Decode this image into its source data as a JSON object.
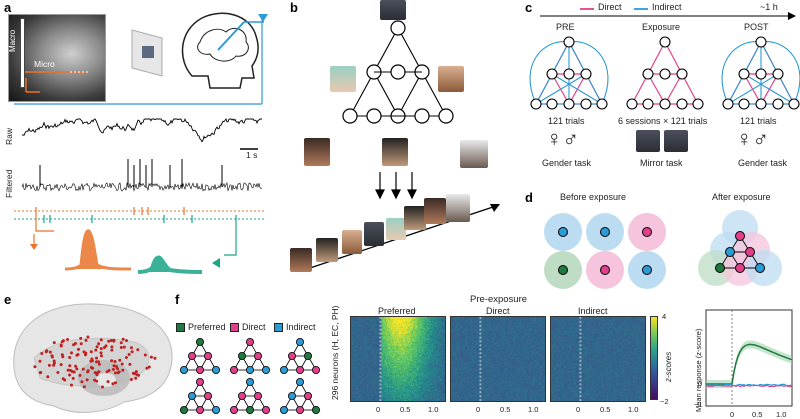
{
  "panels": {
    "a": "a",
    "b": "b",
    "c": "c",
    "d": "d",
    "e": "e",
    "f": "f"
  },
  "panel_a": {
    "macro_label": "Macro",
    "micro_label": "Micro",
    "raw_label": "Raw",
    "filtered_label": "Filtered",
    "scale_label": "1 s"
  },
  "panel_c": {
    "legend_direct": "Direct",
    "legend_indirect": "Indirect",
    "time_label": "~1 h",
    "pre": "PRE",
    "exposure": "Exposure",
    "post": "POST",
    "trials_pre": "121 trials",
    "trials_exposure": "6 sessions × 121 trials",
    "trials_post": "121 trials",
    "task_pre": "Gender task",
    "task_exposure": "Mirror task",
    "task_post": "Gender task",
    "colors": {
      "direct": "#e0408a",
      "indirect": "#2a9bd4"
    }
  },
  "panel_d": {
    "before": "Before exposure",
    "after": "After exposure"
  },
  "panel_f": {
    "legend_preferred": "Preferred",
    "legend_direct": "Direct",
    "legend_indirect": "Indirect",
    "title": "Pre-exposure",
    "heat_preferred": "Preferred",
    "heat_direct": "Direct",
    "heat_indirect": "Indirect",
    "ylabel": "296 neurons (H, EC, PH)",
    "colorbar_label": "z-scores",
    "colorbar_max": "4",
    "colorbar_min": "−2",
    "x_ticks": [
      "0",
      "0.5",
      "1.0"
    ],
    "line_ylabel": "Mean response (z-score)",
    "line_y_ticks": [
      "0",
      "−1"
    ],
    "colors": {
      "preferred": "#1f7a3f",
      "direct": "#e0408a",
      "indirect": "#2a9bd4"
    }
  }
}
